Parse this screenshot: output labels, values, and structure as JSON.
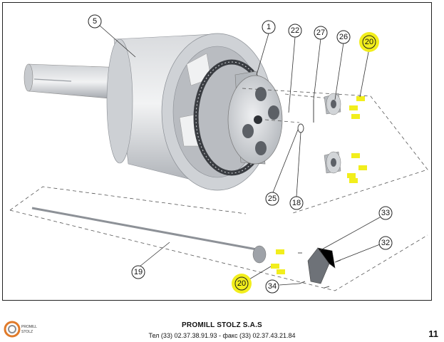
{
  "callouts": [
    "5",
    "1",
    "22",
    "27",
    "26",
    "20",
    "25",
    "18",
    "19",
    "33",
    "32",
    "20",
    "34"
  ],
  "footer": {
    "company": "PROMILL STOLZ S.A.S",
    "contact": "Тел (33) 02.37.38.91.93 - факс (33)  02.37.43.21.84",
    "page_number": "11",
    "logo_text": "PROMILL STOLZ"
  },
  "colors": {
    "highlight": "#f2ee1c",
    "metal_light": "#e6e7e9",
    "metal_mid": "#c4c7cc",
    "metal_dark": "#8e9298",
    "logo_orange": "#e07a2a"
  }
}
